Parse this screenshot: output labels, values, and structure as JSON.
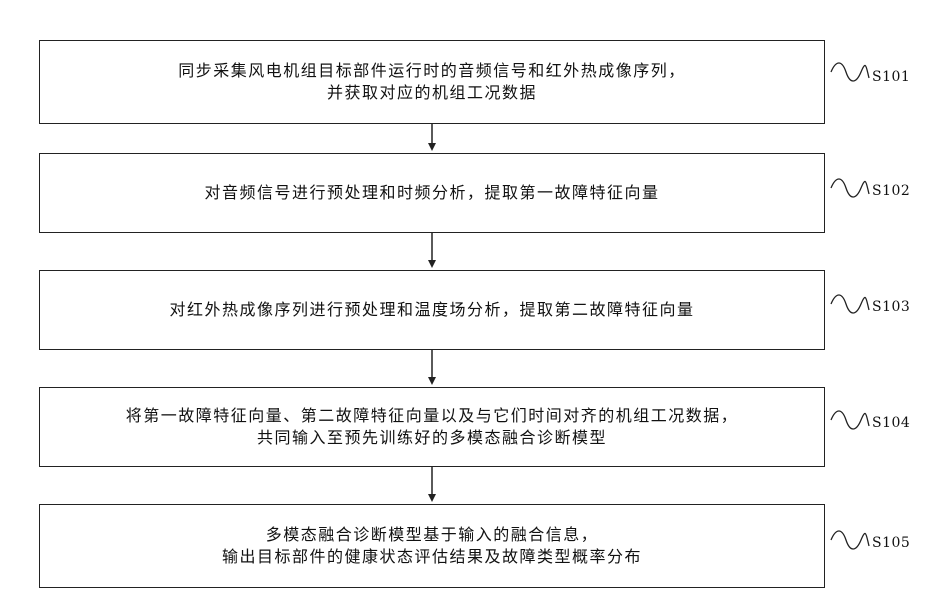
{
  "steps": [
    {
      "label": "S101",
      "lines": [
        "同步采集风电机组目标部件运行时的音频信号和红外热成像序列，",
        "并获取对应的机组工况数据"
      ]
    },
    {
      "label": "S102",
      "lines": [
        "对音频信号进行预处理和时频分析，提取第一故障特征向量"
      ]
    },
    {
      "label": "S103",
      "lines": [
        "对红外热成像序列进行预处理和温度场分析，提取第二故障特征向量"
      ]
    },
    {
      "label": "S104",
      "lines": [
        "将第一故障特征向量、第二故障特征向量以及与它们时间对齐的机组工况数据，",
        "共同输入至预先训练好的多模态融合诊断模型"
      ]
    },
    {
      "label": "S105",
      "lines": [
        "多模态融合诊断模型基于输入的融合信息，",
        "输出目标部件的健康状态评估结果及故障类型概率分布"
      ]
    }
  ]
}
